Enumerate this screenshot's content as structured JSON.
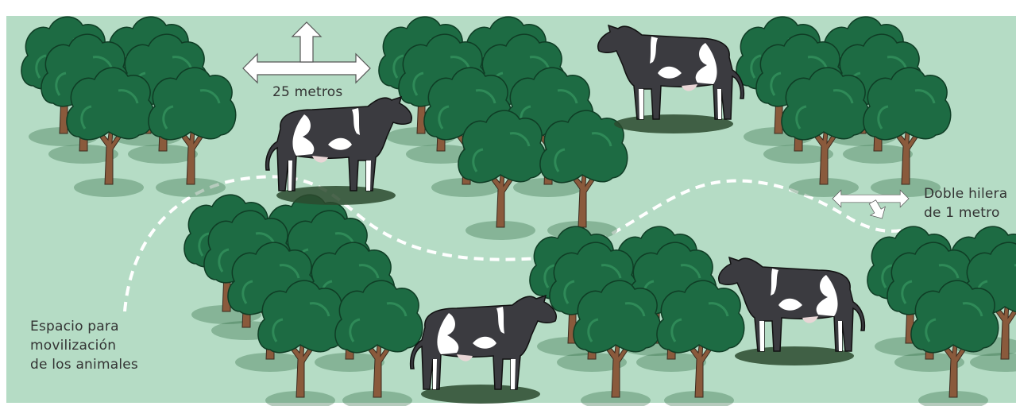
{
  "labels": {
    "distance_25m": "25 metros",
    "double_row": [
      "Doble hilera",
      "de 1 metro"
    ],
    "movement_space": [
      "Espacio para",
      "movilización",
      "de los animales"
    ]
  },
  "colors": {
    "background": "#b5dcc5",
    "canopy": "#1d6b43",
    "canopy_dark": "#155535",
    "trunk": "#8a5a3c",
    "cow_black": "#3b3b40",
    "path": "#ffffff"
  }
}
